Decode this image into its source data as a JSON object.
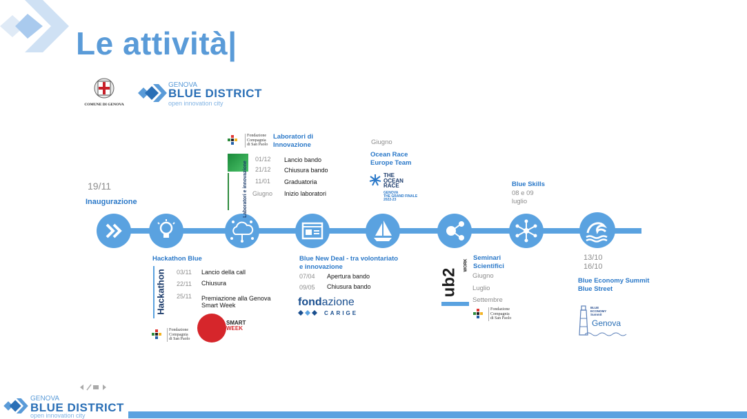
{
  "title": "Le attività|",
  "header": {
    "comune_label": "COMUNE DI GENOVA",
    "bd_top": "GENOVA",
    "bd_name": "BLUE DISTRICT",
    "bd_sub": "open innovation city"
  },
  "events": {
    "inaugurazione": {
      "date": "19/11",
      "label": "Inaugurazione"
    },
    "hackathon": {
      "title": "Hackathon Blue",
      "vertical_label": "Hackathon",
      "rows": [
        {
          "date": "03/11",
          "text": "Lancio della call"
        },
        {
          "date": "22/11",
          "text": "Chiusura"
        },
        {
          "date": "25/11",
          "text": "Premiazione alla Genova Smart Week"
        }
      ],
      "sponsor": [
        "Fondazione",
        "Compagnia",
        "di San Paolo"
      ],
      "smartweek": [
        "SMART",
        "WEEK"
      ]
    },
    "laboratori": {
      "sponsor": [
        "Fondazione",
        "Compagnia",
        "di San Paolo"
      ],
      "title_1": "Laboratori di",
      "title_2": "Innovazione",
      "vertical_label": "Laboratori e innovazione",
      "rows": [
        {
          "date": "01/12",
          "text": "Lancio bando"
        },
        {
          "date": "21/12",
          "text": "Chiusura bando"
        },
        {
          "date": "11/01",
          "text": "Graduatoria"
        },
        {
          "date": "Giugno",
          "text": "Inizio laboratori"
        }
      ]
    },
    "bluenewdeal": {
      "title_1": "Blue New Deal - tra volontariato",
      "title_2": "e innovazione",
      "rows": [
        {
          "date": "07/04",
          "text": "Apertura bando"
        },
        {
          "date": "09/05",
          "text": "Chiusura bando"
        }
      ],
      "fond_bold": "fond",
      "fond_light": "azione",
      "carige": "CARIGE"
    },
    "ocean": {
      "month": "Giugno",
      "title_1": "Ocean Race",
      "title_2": "Europe Team",
      "logo_1": "THE",
      "logo_2": "OCEAN",
      "logo_3": "RACE",
      "logo_4": "GENOVA",
      "logo_5": "THE GRAND FINALE",
      "logo_6": "2022-23"
    },
    "seminari": {
      "title_1": "Seminari",
      "title_2": "Scientifici",
      "months": [
        "Giugno",
        "Luglio",
        "Settembre"
      ],
      "ub2_main": "ub2",
      "ub2_side": "WORK",
      "sponsor": [
        "Fondazione",
        "Compagnia",
        "di San Paolo"
      ]
    },
    "blueskills": {
      "title": "Blue Skills",
      "date_1": "08 e 09",
      "date_2": "luglio"
    },
    "summit": {
      "date_1": "13/10",
      "date_2": "16/10",
      "title_1": "Blue Economy Summit",
      "title_2": "Blue Street",
      "logo_1": "BLUE",
      "logo_2": "ECONOMY",
      "logo_3": "Summit",
      "logo_4": "Genova"
    }
  },
  "colors": {
    "accent": "#5aa2e0",
    "title": "#5a9bd8",
    "dark_blue": "#2a6fb6"
  }
}
